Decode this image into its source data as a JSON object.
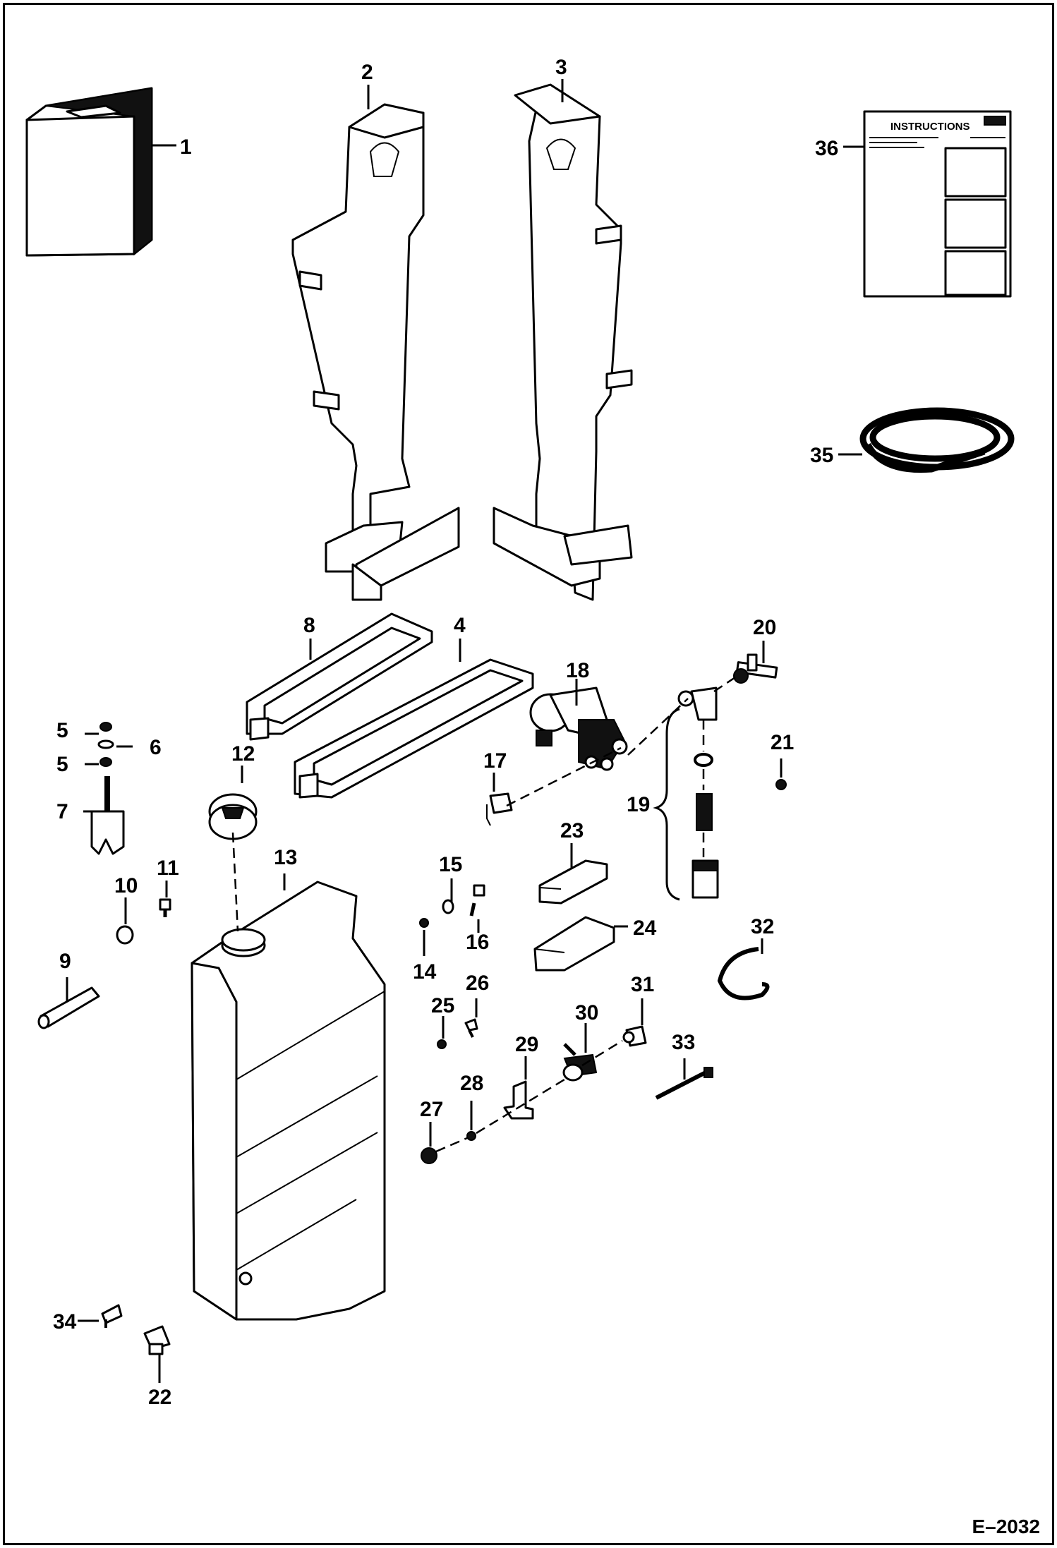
{
  "figure_id": "E–2032",
  "instructions_sheet": {
    "heading": "INSTRUCTIONS"
  },
  "callouts": [
    {
      "id": "1",
      "label": "1"
    },
    {
      "id": "2",
      "label": "2"
    },
    {
      "id": "3",
      "label": "3"
    },
    {
      "id": "4",
      "label": "4"
    },
    {
      "id": "5a",
      "label": "5"
    },
    {
      "id": "5b",
      "label": "5"
    },
    {
      "id": "6",
      "label": "6"
    },
    {
      "id": "7",
      "label": "7"
    },
    {
      "id": "8",
      "label": "8"
    },
    {
      "id": "9",
      "label": "9"
    },
    {
      "id": "10",
      "label": "10"
    },
    {
      "id": "11",
      "label": "11"
    },
    {
      "id": "12",
      "label": "12"
    },
    {
      "id": "13",
      "label": "13"
    },
    {
      "id": "14",
      "label": "14"
    },
    {
      "id": "15",
      "label": "15"
    },
    {
      "id": "16",
      "label": "16"
    },
    {
      "id": "17",
      "label": "17"
    },
    {
      "id": "18",
      "label": "18"
    },
    {
      "id": "19",
      "label": "19"
    },
    {
      "id": "20",
      "label": "20"
    },
    {
      "id": "21",
      "label": "21"
    },
    {
      "id": "22",
      "label": "22"
    },
    {
      "id": "23",
      "label": "23"
    },
    {
      "id": "24",
      "label": "24"
    },
    {
      "id": "25",
      "label": "25"
    },
    {
      "id": "26",
      "label": "26"
    },
    {
      "id": "27",
      "label": "27"
    },
    {
      "id": "28",
      "label": "28"
    },
    {
      "id": "29",
      "label": "29"
    },
    {
      "id": "30",
      "label": "30"
    },
    {
      "id": "31",
      "label": "31"
    },
    {
      "id": "32",
      "label": "32"
    },
    {
      "id": "33",
      "label": "33"
    },
    {
      "id": "34",
      "label": "34"
    },
    {
      "id": "35",
      "label": "35"
    },
    {
      "id": "36",
      "label": "36"
    }
  ]
}
